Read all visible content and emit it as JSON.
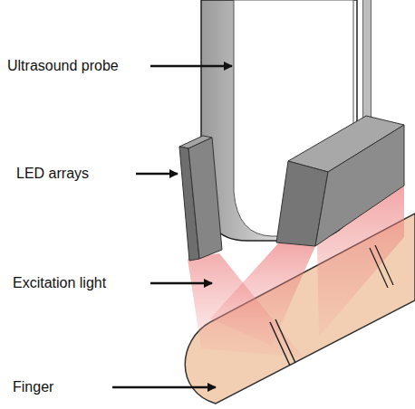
{
  "diagram": {
    "labels": [
      "Ultrasound probe",
      "LED arrays",
      "Excitation light",
      "Finger"
    ]
  }
}
